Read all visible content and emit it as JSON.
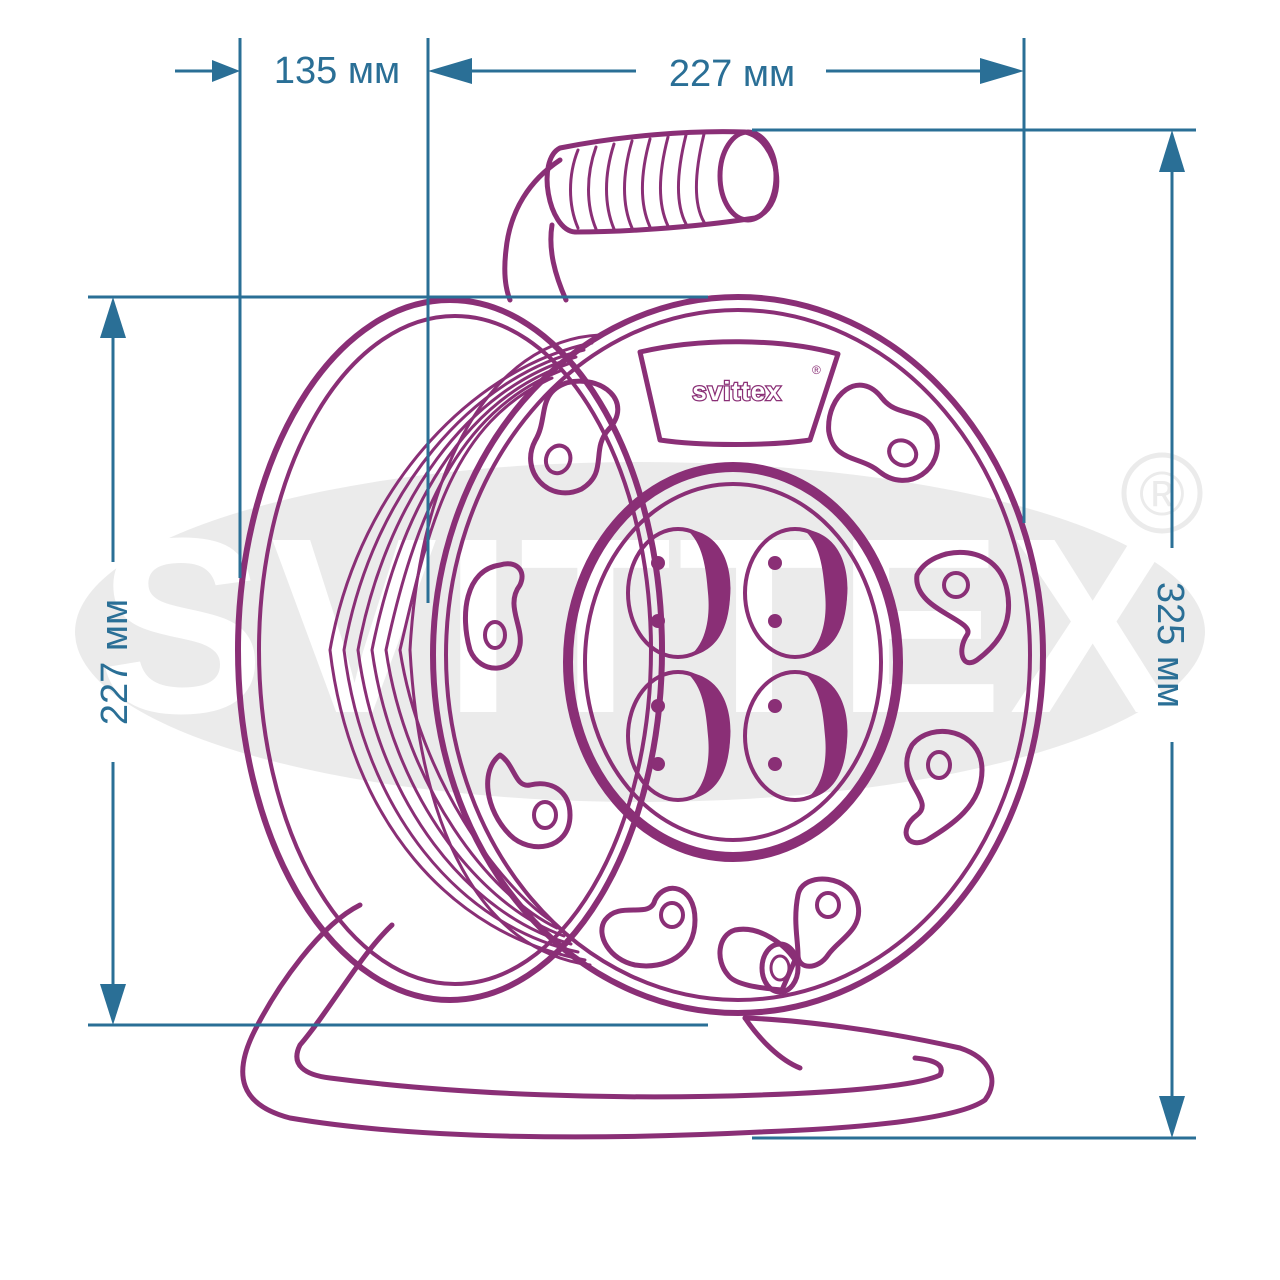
{
  "brand": {
    "logo_text": "svittex",
    "logo_mark": "®",
    "watermark_text": "SVITTEX",
    "watermark_mark": "®"
  },
  "dimensions": {
    "handle_offset": "135 мм",
    "drum_width": "227 мм",
    "drum_diameter": "227 мм",
    "total_height": "325 мм"
  },
  "colors": {
    "outline": "#8a2f76",
    "dimension": "#2a6f96",
    "watermark": "#ebebeb"
  },
  "icons": {
    "sockets": [
      "socket-icon",
      "socket-icon",
      "socket-icon",
      "socket-icon"
    ],
    "cable_clips": 8
  }
}
